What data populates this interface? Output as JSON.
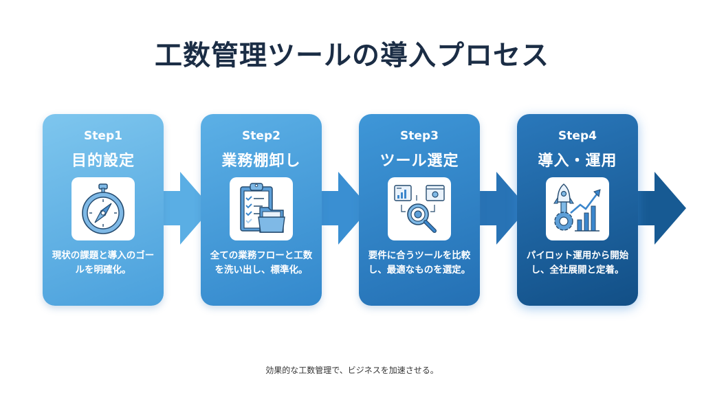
{
  "title": "工数管理ツールの導入プロセス",
  "steps": [
    {
      "step": "Step1",
      "name": "目的設定",
      "icon": "stopwatch-compass-icon",
      "desc": "現状の課題と導入のゴールを明確化。"
    },
    {
      "step": "Step2",
      "name": "業務棚卸し",
      "icon": "clipboard-folder-icon",
      "desc": "全ての業務フローと工数を洗い出し、標準化。"
    },
    {
      "step": "Step3",
      "name": "ツール選定",
      "icon": "magnifier-gear-compare-icon",
      "desc": "要件に合うツールを比較し、最適なものを選定。"
    },
    {
      "step": "Step4",
      "name": "導入・運用",
      "icon": "rocket-growth-chart-icon",
      "desc": "パイロット運用から開始し、全社展開と定着。"
    }
  ],
  "colors": {
    "title": "#1b2d45",
    "arrow1": "#5aaee4",
    "arrow2": "#3a8fd2",
    "arrow3": "#2873b5",
    "arrow4": "#175a93"
  },
  "footer": "効果的な工数管理で、ビジネスを加速させる。"
}
